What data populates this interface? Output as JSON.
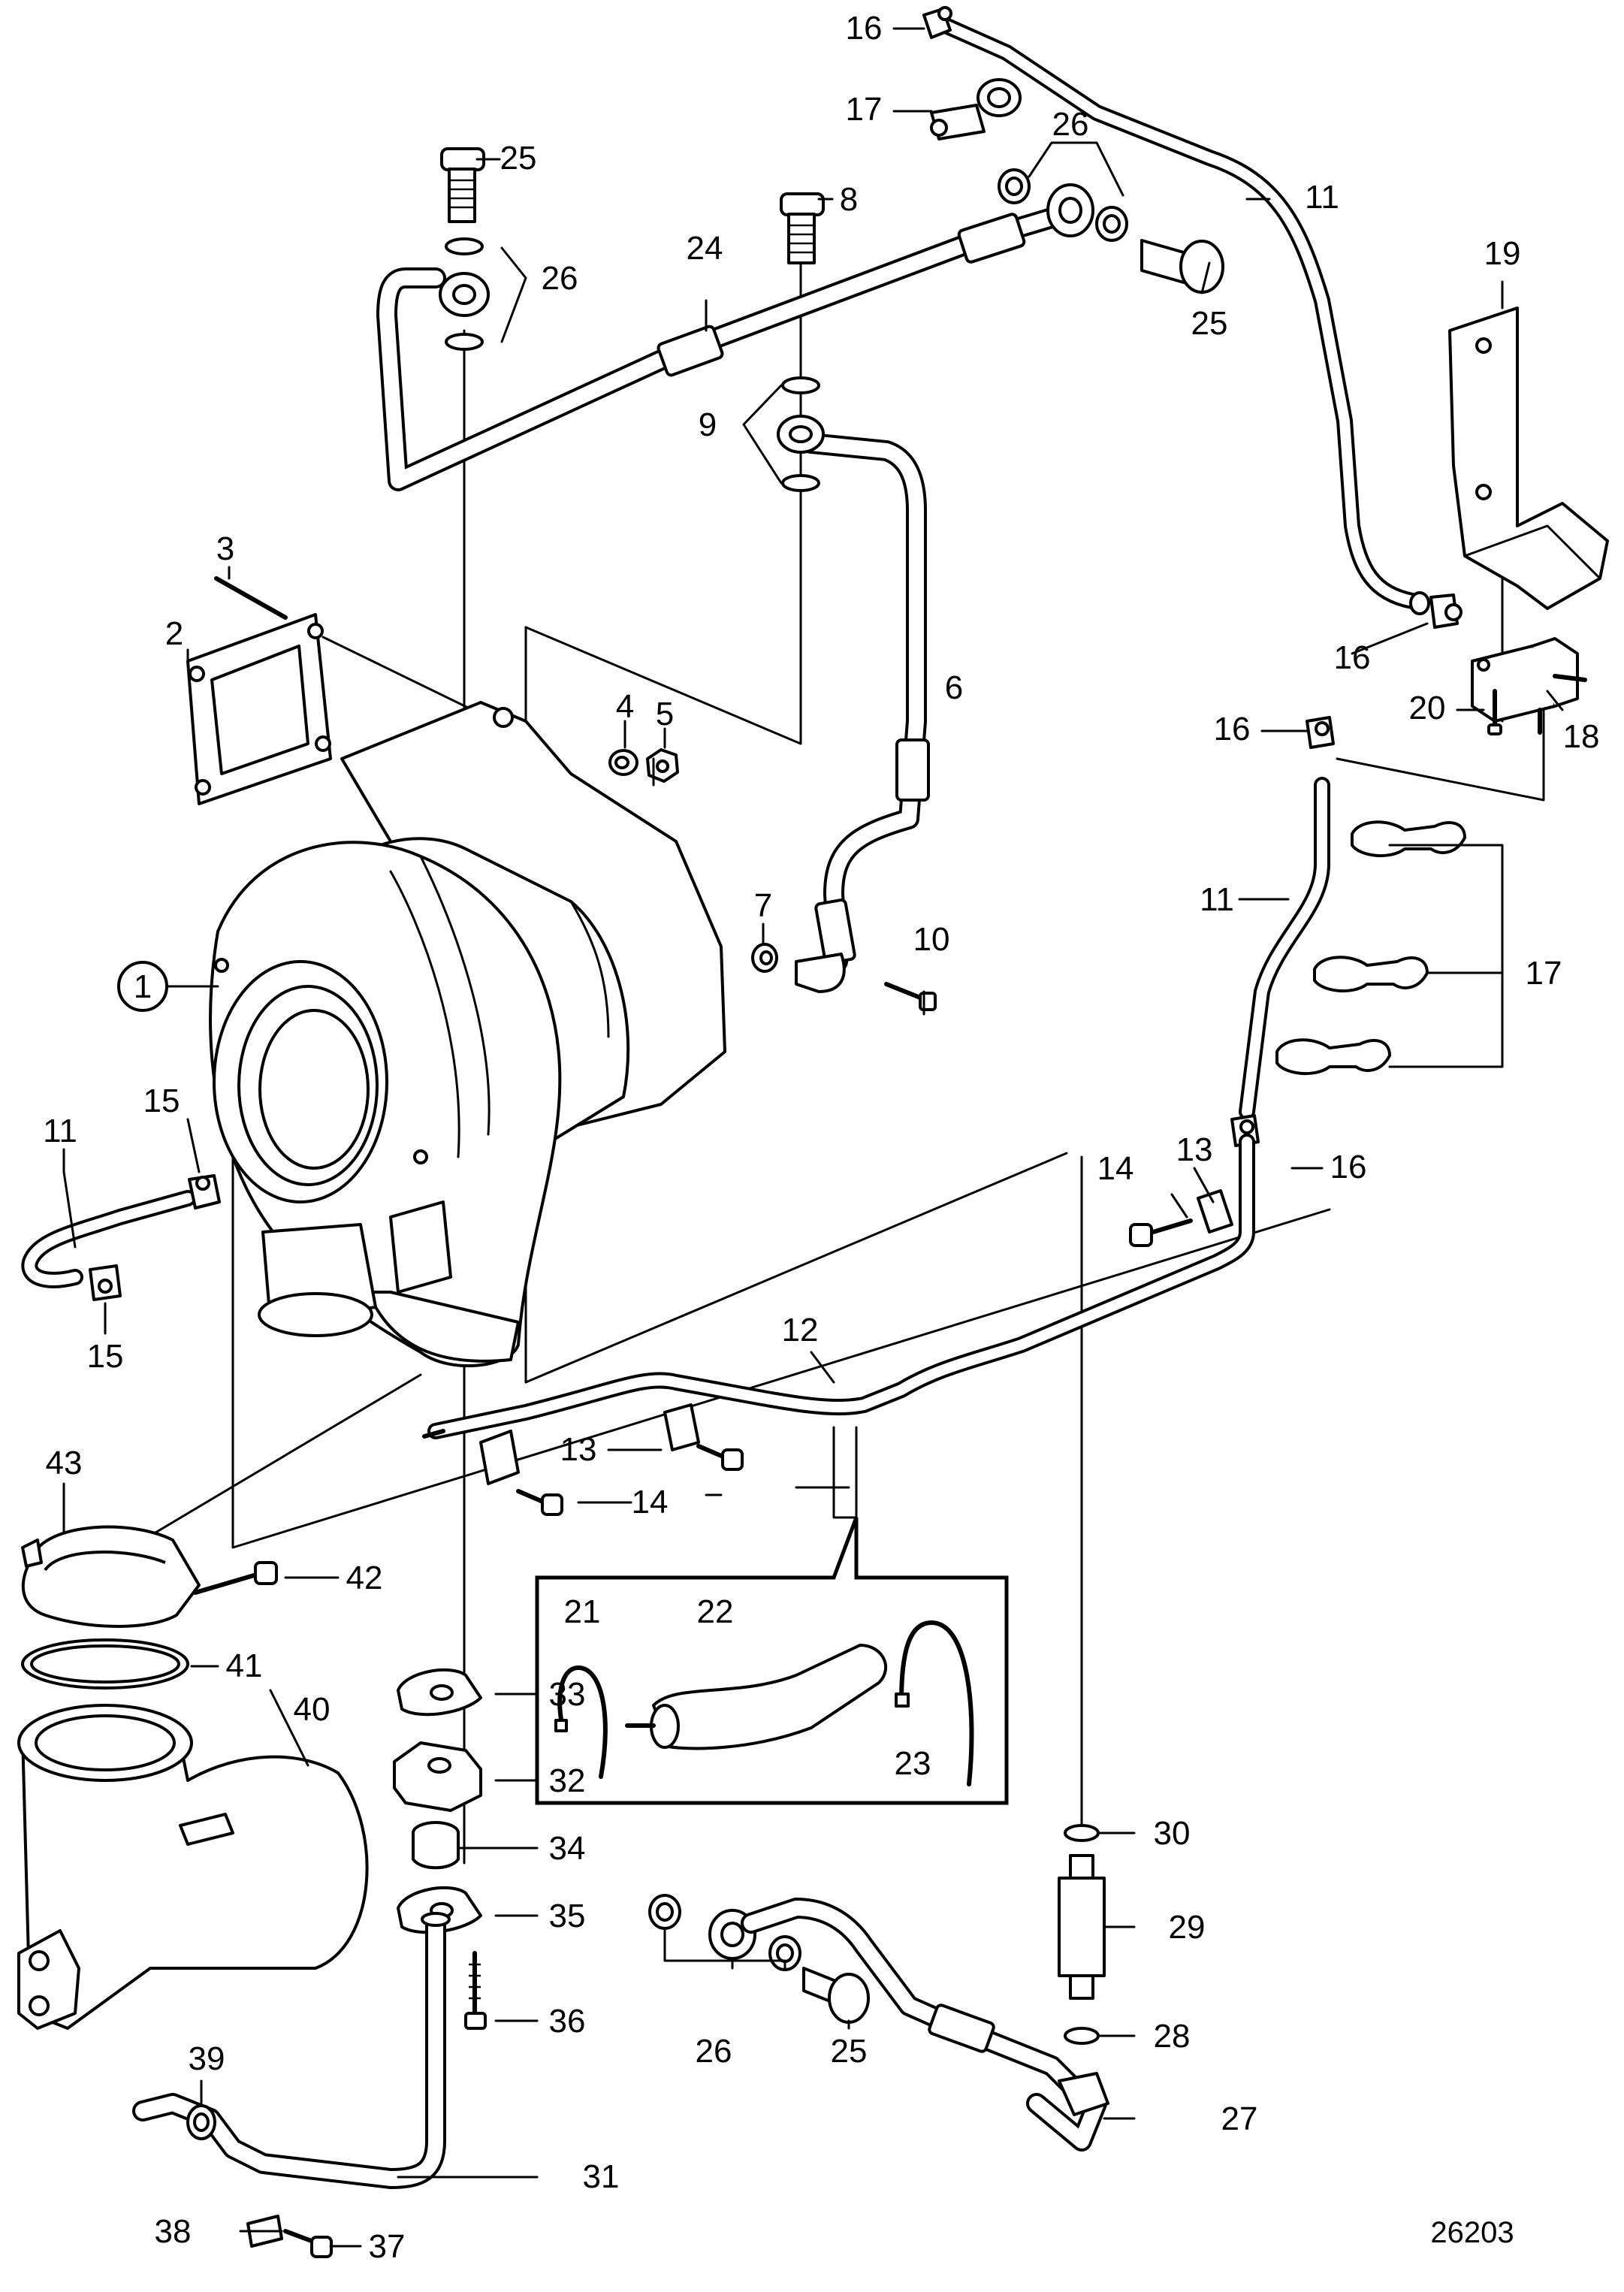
{
  "callouts": [
    {
      "id": "c1",
      "text": "1"
    },
    {
      "id": "c2",
      "text": "2"
    },
    {
      "id": "c3",
      "text": "3"
    },
    {
      "id": "c4",
      "text": "4"
    },
    {
      "id": "c5",
      "text": "5"
    },
    {
      "id": "c6",
      "text": "6"
    },
    {
      "id": "c7",
      "text": "7"
    },
    {
      "id": "c8",
      "text": "8"
    },
    {
      "id": "c9",
      "text": "9"
    },
    {
      "id": "c10",
      "text": "10"
    },
    {
      "id": "c11a",
      "text": "11"
    },
    {
      "id": "c11b",
      "text": "11"
    },
    {
      "id": "c11c",
      "text": "11"
    },
    {
      "id": "c12",
      "text": "12"
    },
    {
      "id": "c13a",
      "text": "13"
    },
    {
      "id": "c13b",
      "text": "13"
    },
    {
      "id": "c14a",
      "text": "14"
    },
    {
      "id": "c14b",
      "text": "14"
    },
    {
      "id": "c15a",
      "text": "15"
    },
    {
      "id": "c15b",
      "text": "15"
    },
    {
      "id": "c16a",
      "text": "16"
    },
    {
      "id": "c16b",
      "text": "16"
    },
    {
      "id": "c16c",
      "text": "16"
    },
    {
      "id": "c16d",
      "text": "16"
    },
    {
      "id": "c17a",
      "text": "17"
    },
    {
      "id": "c17b",
      "text": "17"
    },
    {
      "id": "c18",
      "text": "18"
    },
    {
      "id": "c19",
      "text": "19"
    },
    {
      "id": "c20",
      "text": "20"
    },
    {
      "id": "c21",
      "text": "21"
    },
    {
      "id": "c22",
      "text": "22"
    },
    {
      "id": "c23",
      "text": "23"
    },
    {
      "id": "c24",
      "text": "24"
    },
    {
      "id": "c25a",
      "text": "25"
    },
    {
      "id": "c25b",
      "text": "25"
    },
    {
      "id": "c25c",
      "text": "25"
    },
    {
      "id": "c26a",
      "text": "26"
    },
    {
      "id": "c26b",
      "text": "26"
    },
    {
      "id": "c26c",
      "text": "26"
    },
    {
      "id": "c27",
      "text": "27"
    },
    {
      "id": "c28",
      "text": "28"
    },
    {
      "id": "c29",
      "text": "29"
    },
    {
      "id": "c30",
      "text": "30"
    },
    {
      "id": "c31",
      "text": "31"
    },
    {
      "id": "c32",
      "text": "32"
    },
    {
      "id": "c33",
      "text": "33"
    },
    {
      "id": "c34",
      "text": "34"
    },
    {
      "id": "c35",
      "text": "35"
    },
    {
      "id": "c36",
      "text": "36"
    },
    {
      "id": "c37",
      "text": "37"
    },
    {
      "id": "c38",
      "text": "38"
    },
    {
      "id": "c39",
      "text": "39"
    },
    {
      "id": "c40",
      "text": "40"
    },
    {
      "id": "c41",
      "text": "41"
    },
    {
      "id": "c42",
      "text": "42"
    },
    {
      "id": "c43",
      "text": "43"
    }
  ],
  "figure_number": "26203"
}
